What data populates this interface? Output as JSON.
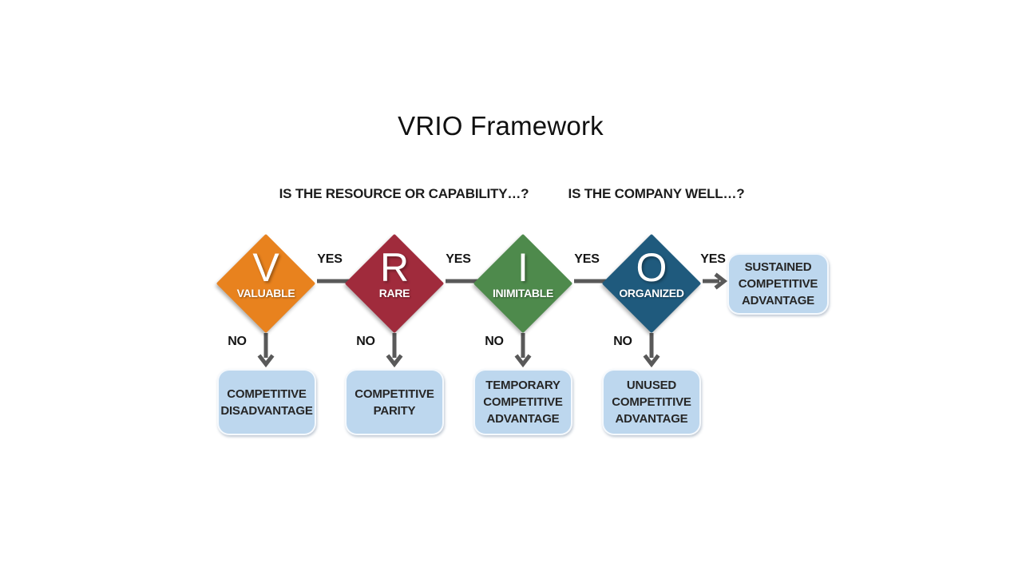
{
  "title": "VRIO Framework",
  "questions": {
    "resource": "IS THE RESOURCE OR CAPABILITY…?",
    "company": "IS THE COMPANY WELL…?"
  },
  "labels": {
    "yes": "YES",
    "no": "NO"
  },
  "steps": [
    {
      "letter": "V",
      "name": "VALUABLE",
      "color": "#E8821E",
      "no_outcome": "COMPETITIVE DISADVANTAGE"
    },
    {
      "letter": "R",
      "name": "RARE",
      "color": "#A02B3C",
      "no_outcome": "COMPETITIVE PARITY"
    },
    {
      "letter": "I",
      "name": "INIMITABLE",
      "color": "#4E8A4C",
      "no_outcome": "TEMPORARY COMPETITIVE ADVANTAGE"
    },
    {
      "letter": "O",
      "name": "ORGANIZED",
      "color": "#1F5A7D",
      "no_outcome": "UNUSED COMPETITIVE ADVANTAGE"
    }
  ],
  "final_outcome": "SUSTAINED COMPETITIVE ADVANTAGE",
  "colors": {
    "outcome_box_bg": "#BDD7EE",
    "arrow": "#595959",
    "box_text": "#262626"
  }
}
